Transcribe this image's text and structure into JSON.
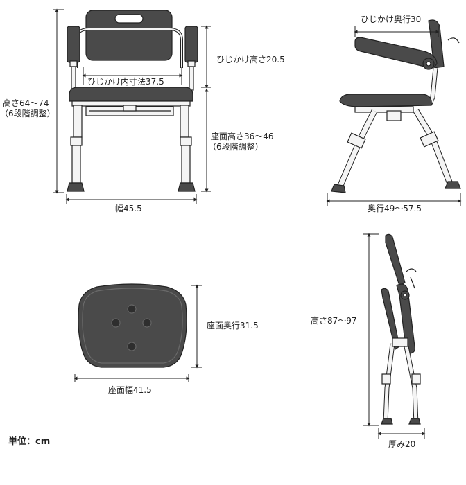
{
  "front_view": {
    "height_label": "高さ64～74",
    "height_note": "（6段階調整）",
    "armrest_height_label": "ひじかけ高さ20.5",
    "armrest_inner_width_label": "ひじかけ内寸法37.5",
    "seat_height_label": "座面高さ36～46",
    "seat_height_note": "（6段階調整）",
    "width_label": "幅45.5"
  },
  "side_view": {
    "armrest_depth_label": "ひじかけ奥行30",
    "depth_label": "奥行49～57.5"
  },
  "seat_view": {
    "seat_depth_label": "座面奥行31.5",
    "seat_width_label": "座面幅41.5"
  },
  "folded_view": {
    "height_label": "高さ87～97",
    "thickness_label": "厚み20"
  },
  "unit_label": "単位：cm",
  "colors": {
    "panel": "#4a4a4a",
    "frame": "#f4f4f4",
    "outline": "#222222"
  }
}
